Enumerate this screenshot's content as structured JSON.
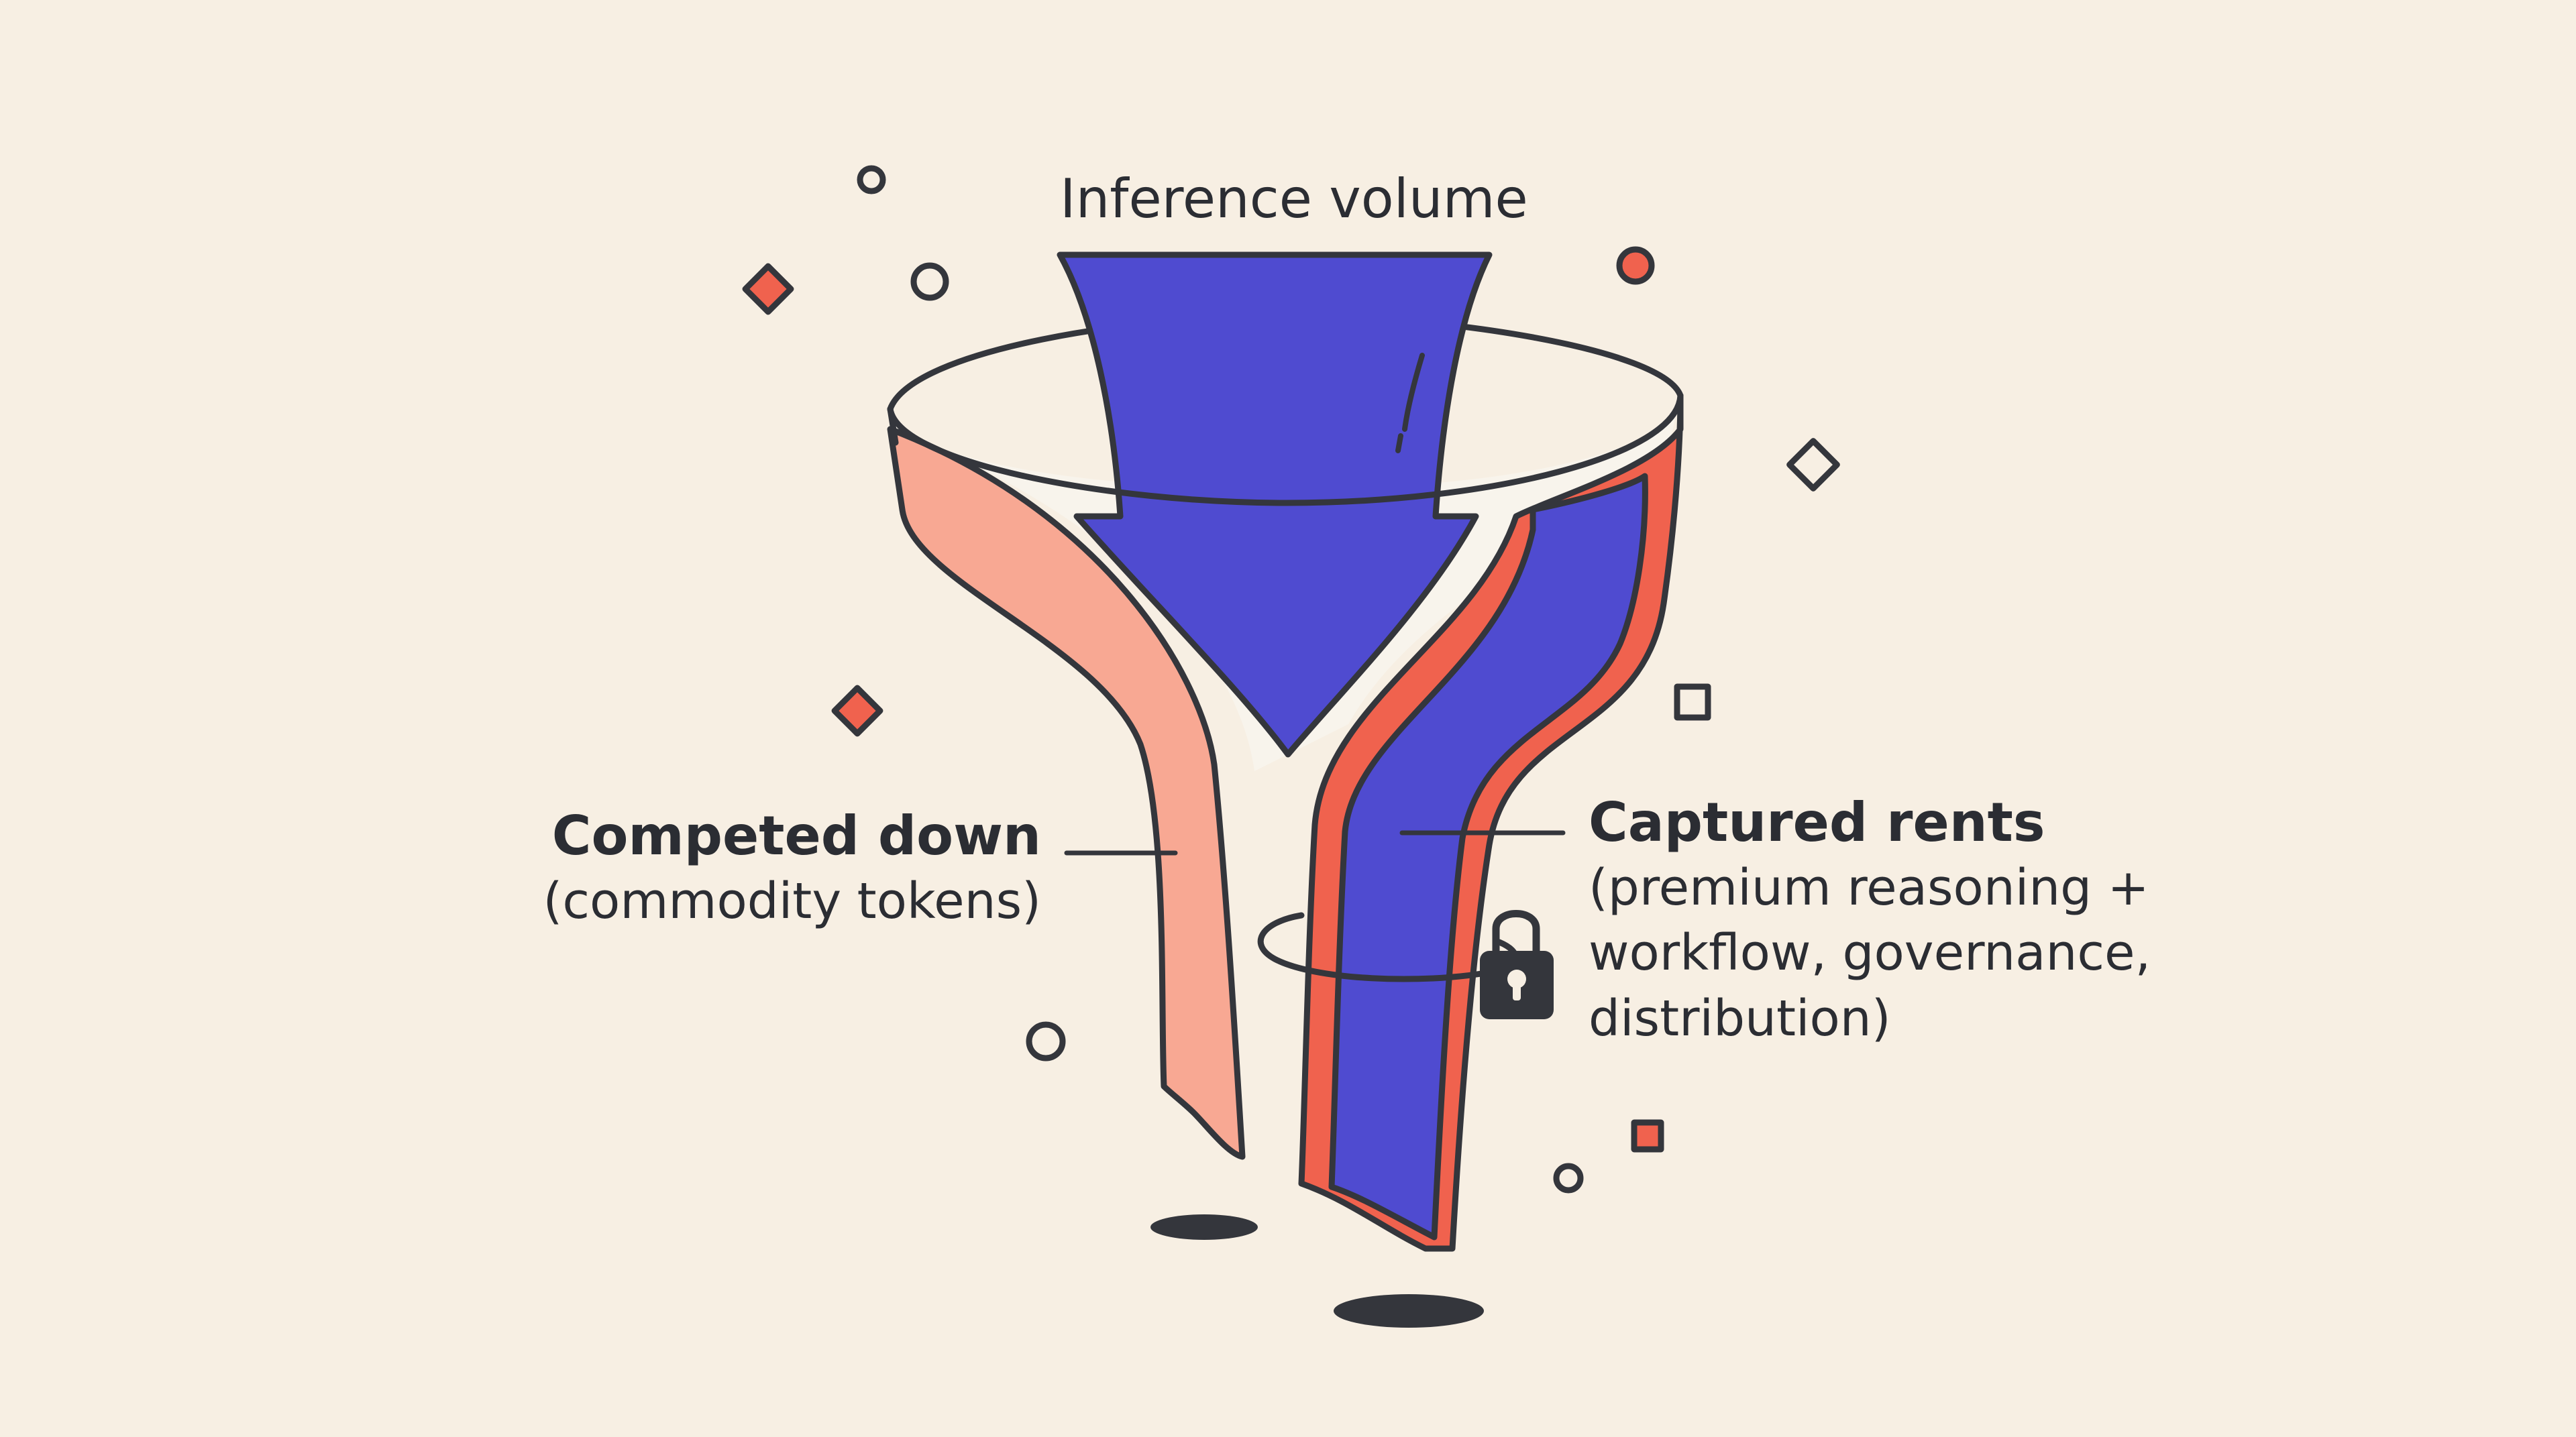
{
  "title": "Inference volume",
  "left_label": {
    "heading": "Competed down",
    "detail": "(commodity tokens)"
  },
  "right_label": {
    "heading": "Captured rents",
    "detail_lines": [
      "(premium reasoning +",
      "workflow, governance,",
      "distribution)"
    ]
  },
  "icons": [
    "lock-icon"
  ],
  "colors": {
    "background": "#f7efe3",
    "inflow_blue": "#4f4bd0",
    "coral": "#f0624e",
    "salmon": "#f8a893",
    "cream": "#f8f4ec",
    "outline": "#34363c"
  }
}
